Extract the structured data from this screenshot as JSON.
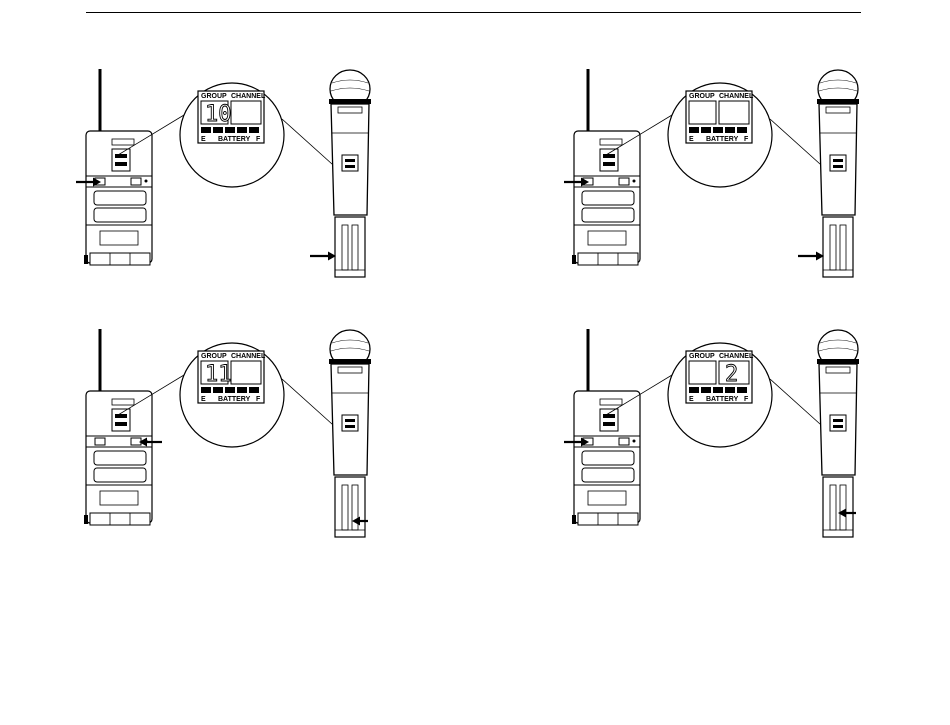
{
  "display_labels": {
    "group": "GROUP",
    "channel": "CHANNEL",
    "battery": "BATTERY",
    "empty": "E",
    "full": "F"
  },
  "panels": [
    {
      "group_digit": "10",
      "channel_digit": "",
      "bodypack_arrow": "left-button",
      "mic_arrow": "left-battery"
    },
    {
      "group_digit": "",
      "channel_digit": "",
      "bodypack_arrow": "left-button",
      "mic_arrow": "left-battery"
    },
    {
      "group_digit": "11",
      "channel_digit": "",
      "bodypack_arrow": "right-button",
      "mic_arrow": "right-battery"
    },
    {
      "group_digit": "",
      "channel_digit": "2",
      "bodypack_arrow": "left-button",
      "mic_arrow": "right-battery"
    }
  ],
  "colors": {
    "line": "#000000",
    "background": "#ffffff"
  }
}
